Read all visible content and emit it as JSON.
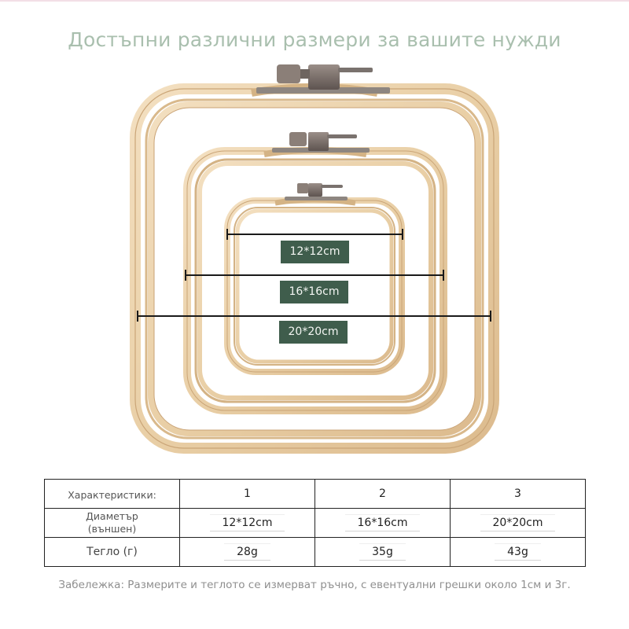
{
  "page": {
    "title": "Достъпни различни размери за вашите нужди"
  },
  "sizes": [
    {
      "label": "12*12cm"
    },
    {
      "label": "16*16cm"
    },
    {
      "label": "20*20cm"
    }
  ],
  "table": {
    "header_label": "Характеристики:",
    "columns": [
      "1",
      "2",
      "3"
    ],
    "diameter_label": "Диаметър (външен)",
    "diameter_values": [
      "12*12cm",
      "16*16cm",
      "20*20cm"
    ],
    "weight_label": "Тегло (г)",
    "weight_values": [
      "28g",
      "35g",
      "43g"
    ]
  },
  "note": "Забележка: Размерите и теглото се измерват ръчно, с евентуални грешки около 1см и 3г.",
  "colors": {
    "title": "#a9bfae",
    "label_bg": "#3f5d4c",
    "wood_light": "#f1dcbc",
    "wood_dark": "#d8b88a",
    "hardware": "#7a6e68"
  }
}
